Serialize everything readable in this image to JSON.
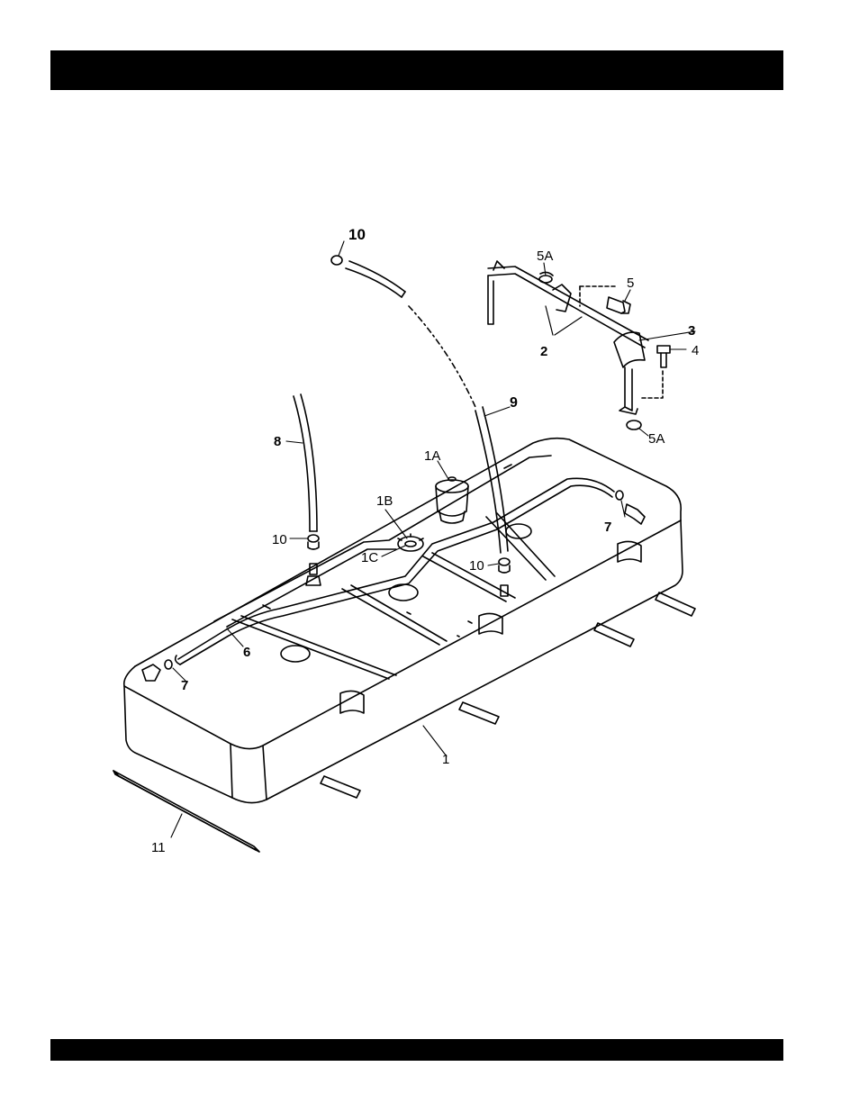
{
  "callouts": {
    "c10_top": "10",
    "c5A_top": "5A",
    "c5": "5",
    "c3": "3",
    "c2": "2",
    "c4": "4",
    "c9": "9",
    "c8": "8",
    "c5A_bottom": "5A",
    "c1A": "1A",
    "c1B": "1B",
    "c7_right": "7",
    "c10_left": "10",
    "c1C": "1C",
    "c10_right": "10",
    "c6": "6",
    "c7_left": "7",
    "c1": "1",
    "c11": "11"
  }
}
